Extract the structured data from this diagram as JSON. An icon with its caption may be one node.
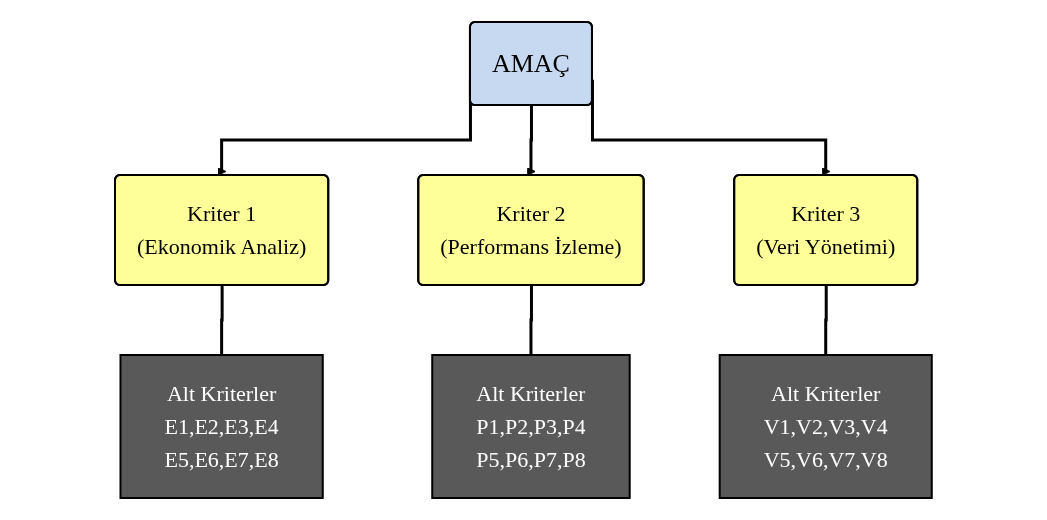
{
  "diagram": {
    "nodes": [
      {
        "text": [
          "AMAÇ"
        ]
      },
      {
        "text": [
          "Kriter 1",
          "(Ekonomik Analiz)"
        ]
      },
      {
        "text": [
          "Kriter 2",
          "(Performans İzleme)"
        ]
      },
      {
        "text": [
          "Kriter 3",
          "(Veri Yönetimi)"
        ]
      },
      {
        "text": [
          "Alt Kriterler",
          "E1,E2,E3,E4",
          "E5,E6,E7,E8"
        ]
      },
      {
        "text": [
          "Alt Kriterler",
          "P1,P2,P3,P4",
          "P5,P6,P7,P8"
        ]
      },
      {
        "text": [
          "Alt Kriterler",
          "V1,V2,V3,V4",
          "V5,V6,V7,V8"
        ]
      }
    ],
    "edges": [
      {
        "from": 0,
        "to": 1,
        "arrow": "to"
      },
      {
        "from": 0,
        "to": 2,
        "arrow": "to"
      },
      {
        "from": 0,
        "to": 3,
        "arrow": "to"
      },
      {
        "from": 1,
        "to": 4,
        "arrow": "none"
      },
      {
        "from": 2,
        "to": 5,
        "arrow": "none"
      },
      {
        "from": 3,
        "to": 6,
        "arrow": "none"
      }
    ]
  }
}
